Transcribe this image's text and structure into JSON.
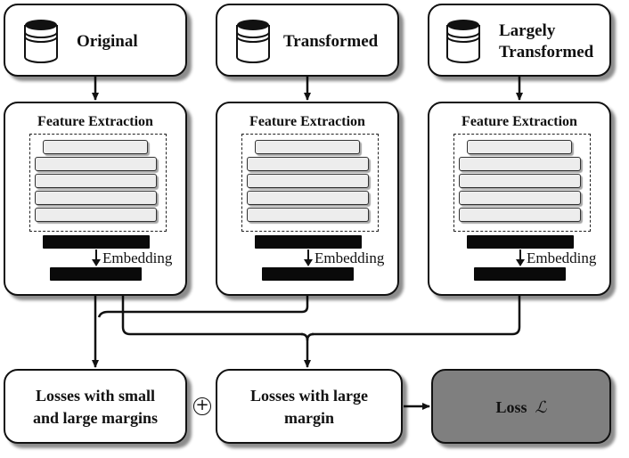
{
  "sources": [
    {
      "label": "Original",
      "icon": "database-icon"
    },
    {
      "label": "Transformed",
      "icon": "database-icon"
    },
    {
      "label_lines": [
        "Largely",
        "Transformed"
      ],
      "icon": "database-icon"
    }
  ],
  "feature_extraction": {
    "title": "Feature Extraction",
    "embedding_label": "Embedding"
  },
  "losses": {
    "small_large": [
      "Losses with small",
      "and large margins"
    ],
    "large": [
      "Losses with large",
      "margin"
    ],
    "total_label": "Loss",
    "total_symbol": "ℒ"
  },
  "combine_symbol": "+",
  "colors": {
    "border": "#111111",
    "loss_fill": "#7f7f7f",
    "layer_fill": "#ededed",
    "embedding_bar": "#0a0a0a"
  }
}
